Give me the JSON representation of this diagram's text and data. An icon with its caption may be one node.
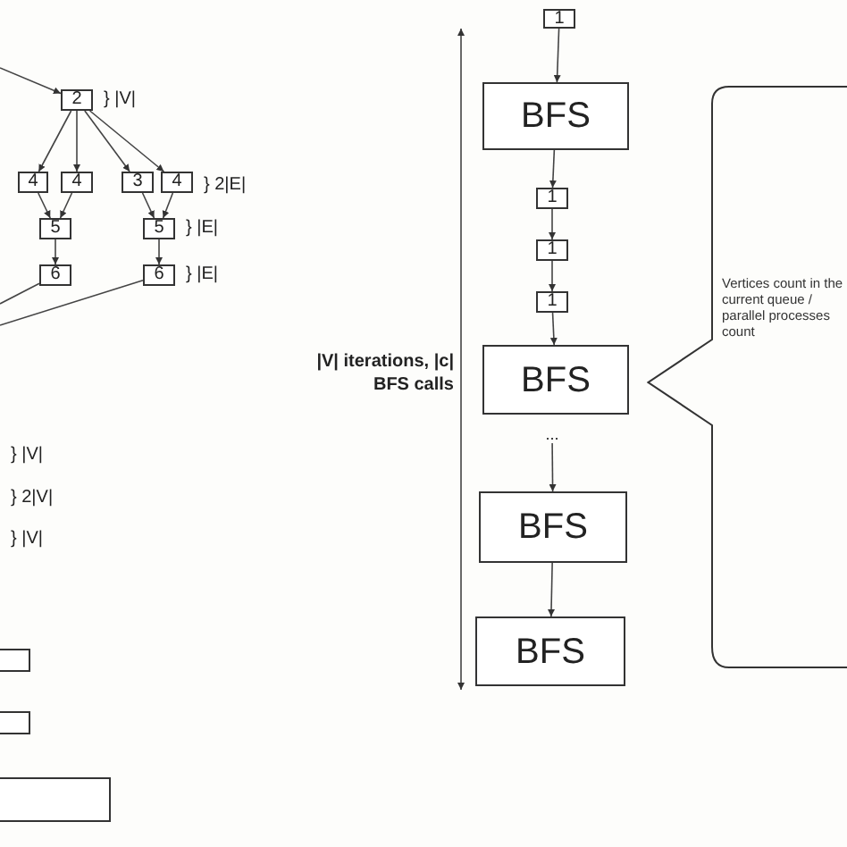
{
  "diagram": {
    "nodes": [
      {
        "text": [
          "2"
        ]
      },
      {
        "text": [
          "4"
        ]
      },
      {
        "text": [
          "4"
        ]
      },
      {
        "text": [
          "3"
        ]
      },
      {
        "text": [
          "4"
        ]
      },
      {
        "text": [
          "5"
        ]
      },
      {
        "text": [
          "5"
        ]
      },
      {
        "text": [
          "6"
        ]
      },
      {
        "text": [
          "6"
        ]
      },
      {
        "text": [],
        "shape": "box"
      },
      {
        "text": [],
        "shape": "box"
      },
      {
        "text": [],
        "shape": "box"
      },
      {
        "text": [
          "1"
        ]
      },
      {
        "text": [
          "BFS"
        ]
      },
      {
        "text": [
          "1"
        ]
      },
      {
        "text": [
          "1"
        ]
      },
      {
        "text": [
          "1"
        ]
      },
      {
        "text": [
          "BFS"
        ]
      },
      {
        "text": [
          "..."
        ]
      },
      {
        "text": [
          "BFS"
        ]
      },
      {
        "text": [
          "BFS"
        ]
      },
      {
        "text": [
          "Vertices count in the current queue / parallel processes count"
        ]
      }
    ],
    "edges": [
      {
        "from": null,
        "to": 0,
        "arrow": "to"
      },
      {
        "from": 0,
        "to": 1,
        "arrow": "to"
      },
      {
        "from": 0,
        "to": 2,
        "arrow": "to"
      },
      {
        "from": 0,
        "to": 3,
        "arrow": "to"
      },
      {
        "from": 0,
        "to": 4,
        "arrow": "to"
      },
      {
        "from": 1,
        "to": 5,
        "arrow": "to"
      },
      {
        "from": 2,
        "to": 5,
        "arrow": "to"
      },
      {
        "from": 3,
        "to": 6,
        "arrow": "to"
      },
      {
        "from": 4,
        "to": 6,
        "arrow": "to"
      },
      {
        "from": 5,
        "to": 7,
        "arrow": "to"
      },
      {
        "from": 6,
        "to": 8,
        "arrow": "to"
      },
      {
        "from": 7,
        "to": null,
        "arrow": "none"
      },
      {
        "from": 8,
        "to": null,
        "arrow": "none"
      },
      {
        "from": 12,
        "to": 13,
        "arrow": "to"
      },
      {
        "from": 13,
        "to": 14,
        "arrow": "to"
      },
      {
        "from": 14,
        "to": 15,
        "arrow": "to"
      },
      {
        "from": 15,
        "to": 16,
        "arrow": "to"
      },
      {
        "from": 16,
        "to": 17,
        "arrow": "to"
      },
      {
        "from": 18,
        "to": 19,
        "arrow": "to"
      },
      {
        "from": 19,
        "to": 20,
        "arrow": "to"
      }
    ],
    "labels": [
      "} |V|",
      "} 2|E|",
      "} |E|",
      "} |E|",
      "} |V|",
      "} 2|V|",
      "} |V|",
      "|V| iterations, |c| BFS calls"
    ]
  }
}
